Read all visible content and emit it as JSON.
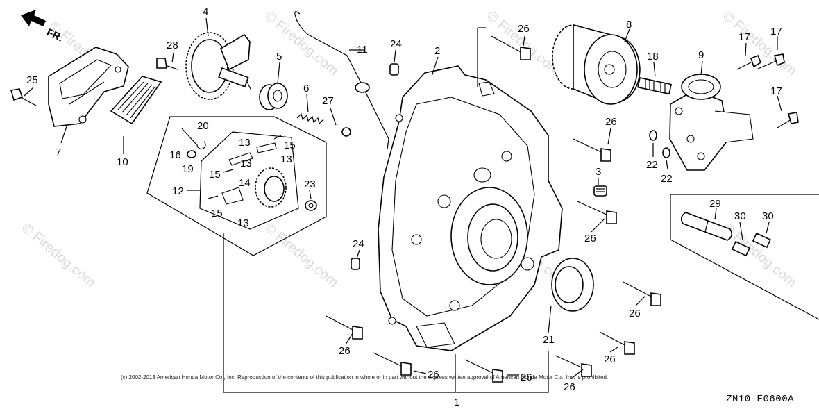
{
  "direction_label": "FR.",
  "watermark": "© Firedog.com",
  "copyright": "(c) 2002-2013 American Honda Motor Co., Inc. Reproduction of the contents of this publication in whole or in part without the express written approval of American Honda Motor Co., Inc. is prohibited.",
  "diagram_code": "ZN10-E0600A",
  "callouts": {
    "c1": "1",
    "c2": "2",
    "c3": "3",
    "c4": "4",
    "c5": "5",
    "c6": "6",
    "c7": "7",
    "c8": "8",
    "c9": "9",
    "c10": "10",
    "c11": "11",
    "c12": "12",
    "c13a": "13",
    "c13b": "13",
    "c13c": "13",
    "c13d": "13",
    "c14": "14",
    "c15a": "15",
    "c15b": "15",
    "c15c": "15",
    "c16": "16",
    "c17a": "17",
    "c17b": "17",
    "c17c": "17",
    "c18": "18",
    "c19": "19",
    "c20": "20",
    "c21": "21",
    "c22a": "22",
    "c22b": "22",
    "c23": "23",
    "c24a": "24",
    "c24b": "24",
    "c25": "25",
    "c26a": "26",
    "c26b": "26",
    "c26c": "26",
    "c26d": "26",
    "c26e": "26",
    "c26f": "26",
    "c26g": "26",
    "c26h": "26",
    "c26i": "26",
    "c27": "27",
    "c28": "28",
    "c29": "29",
    "c30a": "30",
    "c30b": "30"
  }
}
